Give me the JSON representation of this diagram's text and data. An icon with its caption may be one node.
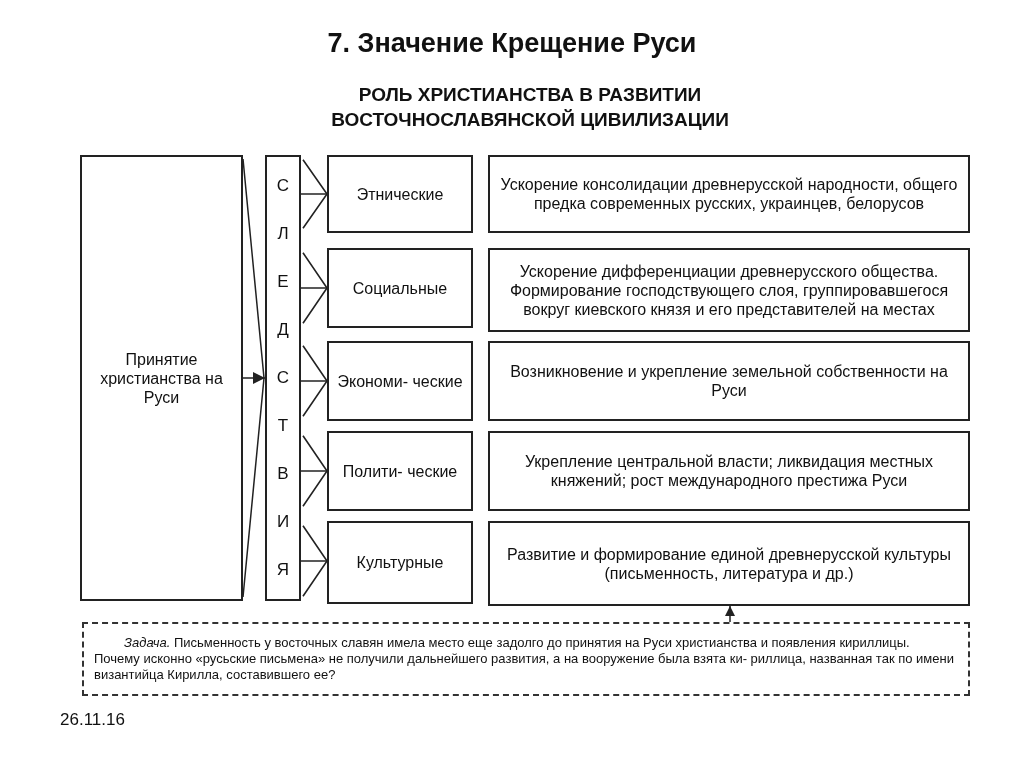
{
  "diagram": {
    "title": "7. Значение Крещение Руси",
    "nodes": [
      {
        "text": [
          "Принятие христианства на Руси"
        ]
      },
      {
        "text": [
          "С Л Е Д С Т В И Я"
        ]
      },
      {
        "text": [
          "Этнические"
        ]
      },
      {
        "text": [
          "Социальные"
        ]
      },
      {
        "text": [
          "Экономи- ческие"
        ]
      },
      {
        "text": [
          "Полити- ческие"
        ]
      },
      {
        "text": [
          "Культурные"
        ]
      },
      {
        "text": [
          "Ускорение консолидации древнерусской народности, общего предка современных русских, украинцев, белорусов"
        ]
      },
      {
        "text": [
          "Ускорение дифференциации древнерусского общества. Формирование господствующего слоя, группировавшегося вокруг киевского князя и его представителей на местах"
        ]
      },
      {
        "text": [
          "Возникновение и укрепление земельной собственности на Руси"
        ]
      },
      {
        "text": [
          "Укрепление центральной власти; ликвидация местных княжений; рост международного престижа Руси"
        ]
      },
      {
        "text": [
          "Развитие и формирование единой древнерусской культуры (письменность, литература и др.)"
        ]
      },
      {
        "text": [
          "*Задача.* Письменность у восточных славян имела место еще задолго до принятия на Руси христианства и появления кириллицы. Почему исконно «русьские письмена» не получили дальнейшего развития, а на вооружение была взята ки- риллица, названная так по имени византийца Кирилла, составившего ее?"
        ]
      }
    ],
    "edges": [
      {
        "from": 0,
        "to": 1,
        "arrow": "to"
      },
      {
        "from": 1,
        "to": 2,
        "arrow": "to"
      },
      {
        "from": 1,
        "to": 3,
        "arrow": "to"
      },
      {
        "from": 1,
        "to": 4,
        "arrow": "to"
      },
      {
        "from": 1,
        "to": 5,
        "arrow": "to"
      },
      {
        "from": 1,
        "to": 6,
        "arrow": "to"
      },
      {
        "from": 12,
        "to": 11,
        "arrow": "to"
      }
    ],
    "labels": [
      "РОЛЬ ХРИСТИАНСТВА В РАЗВИТИИ ВОСТОЧНОСЛАВЯНСКОЙ ЦИВИЛИЗАЦИИ",
      "26.11.16"
    ]
  }
}
